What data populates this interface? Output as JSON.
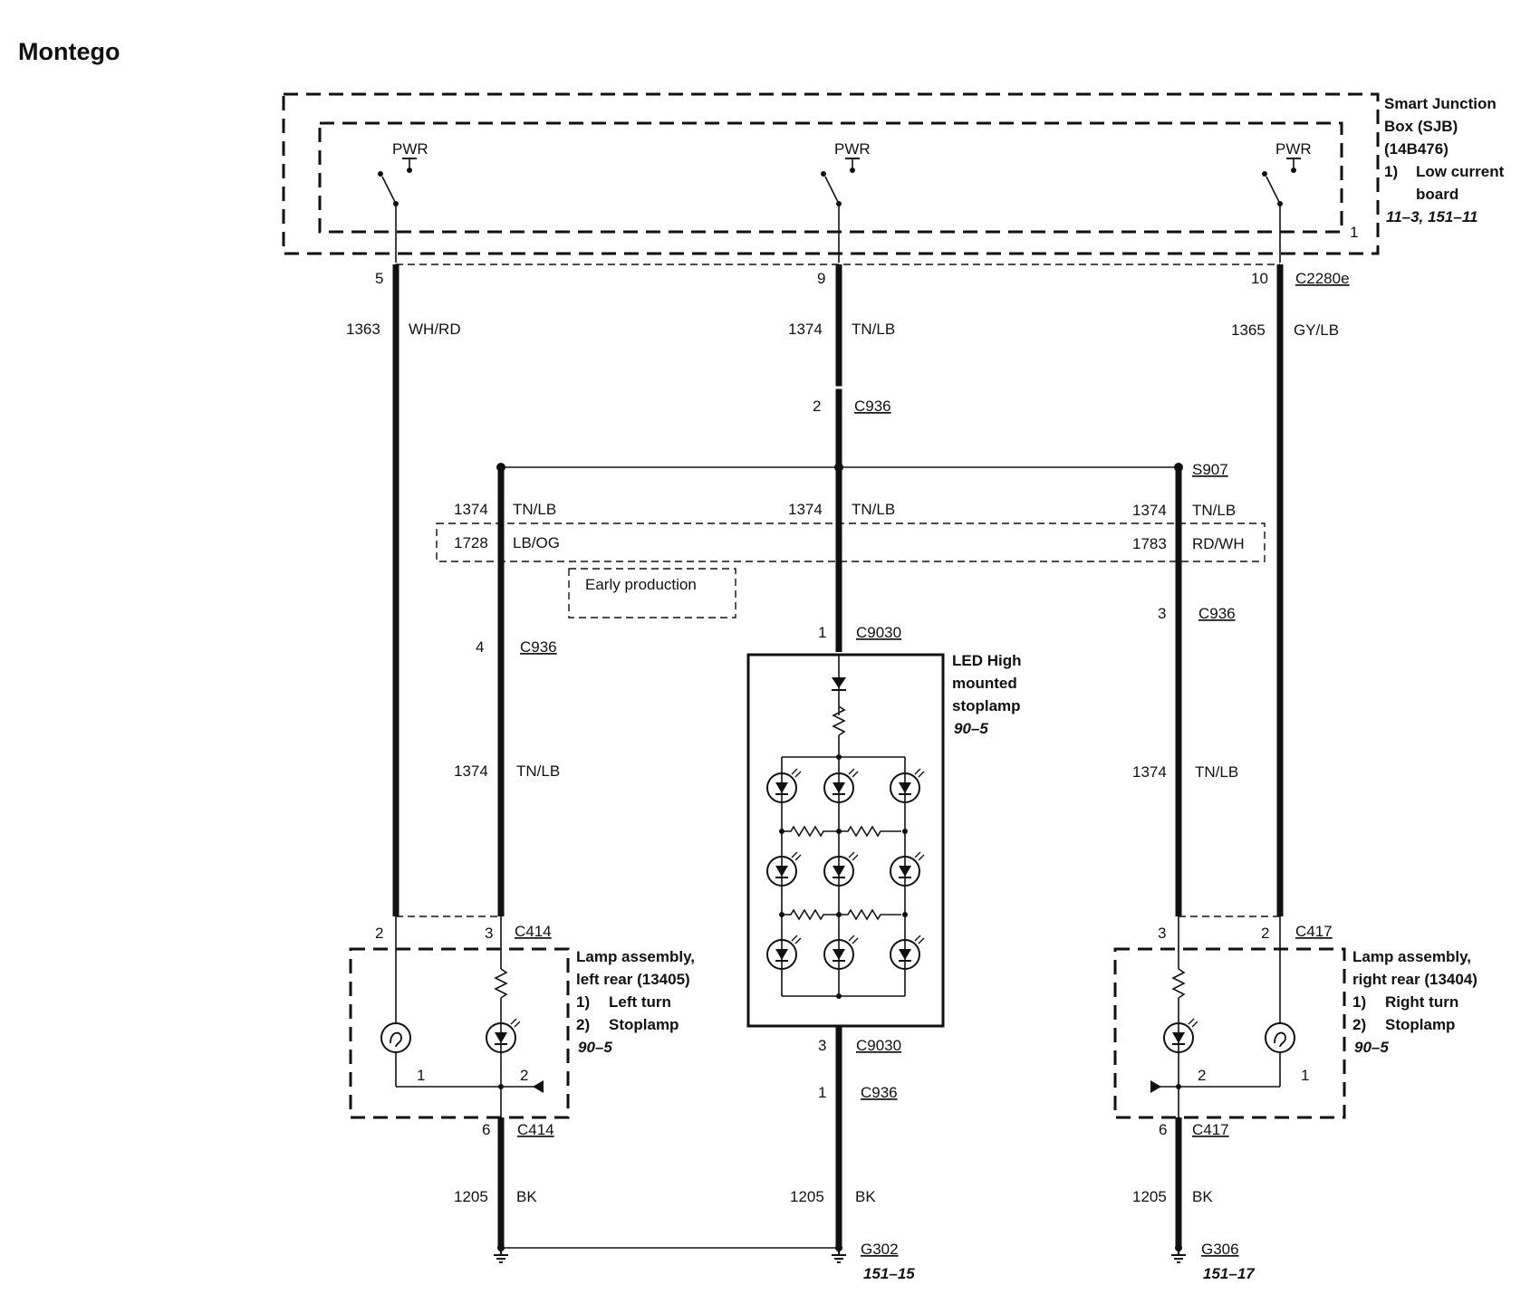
{
  "title": "Montego",
  "pwr": "PWR",
  "sjb": {
    "line1": "Smart Junction",
    "line2": "Box (SJB)",
    "line3": "(14B476)",
    "item_num": "1)",
    "item_line1": "Low current",
    "item_line2": "board",
    "ref": "11–3, 151–11",
    "pin": "1"
  },
  "connectors": {
    "c2280e": "C2280e",
    "c936": "C936",
    "c9030": "C9030",
    "c414": "C414",
    "c417": "C417",
    "s907": "S907",
    "g302": "G302",
    "g306": "G306"
  },
  "pins": {
    "p5": "5",
    "p9": "9",
    "p10": "10",
    "c936_mid": "2",
    "c936_left": "4",
    "c936_right": "3",
    "c9030_top": "1",
    "c9030_bot": "3",
    "c936_bot": "1",
    "c414_a": "2",
    "c414_b": "3",
    "c414_gnd": "6",
    "c417_a": "3",
    "c417_b": "2",
    "c417_gnd": "6",
    "left_bulb": "1",
    "left_led": "2",
    "right_led": "2",
    "right_bulb": "1"
  },
  "wires": {
    "w1363": {
      "num": "1363",
      "color": "WH/RD"
    },
    "w1374": {
      "num": "1374",
      "color": "TN/LB"
    },
    "w1365": {
      "num": "1365",
      "color": "GY/LB"
    },
    "w1728": {
      "num": "1728",
      "color": "LB/OG"
    },
    "w1783": {
      "num": "1783",
      "color": "RD/WH"
    },
    "w1205": {
      "num": "1205",
      "color": "BK"
    }
  },
  "early_production": "Early production",
  "led_stoplamp": {
    "line1": "LED High",
    "line2": "mounted",
    "line3": "stoplamp",
    "ref": "90–5"
  },
  "lamp_left": {
    "line1": "Lamp assembly,",
    "line2": "left rear (13405)",
    "item1_num": "1)",
    "item1": "Left turn",
    "item2_num": "2)",
    "item2": "Stoplamp",
    "ref": "90–5"
  },
  "lamp_right": {
    "line1": "Lamp assembly,",
    "line2": "right rear (13404)",
    "item1_num": "1)",
    "item1": "Right turn",
    "item2_num": "2)",
    "item2": "Stoplamp",
    "ref": "90–5"
  },
  "ground_refs": {
    "g302": "151–15",
    "g306": "151–17"
  }
}
